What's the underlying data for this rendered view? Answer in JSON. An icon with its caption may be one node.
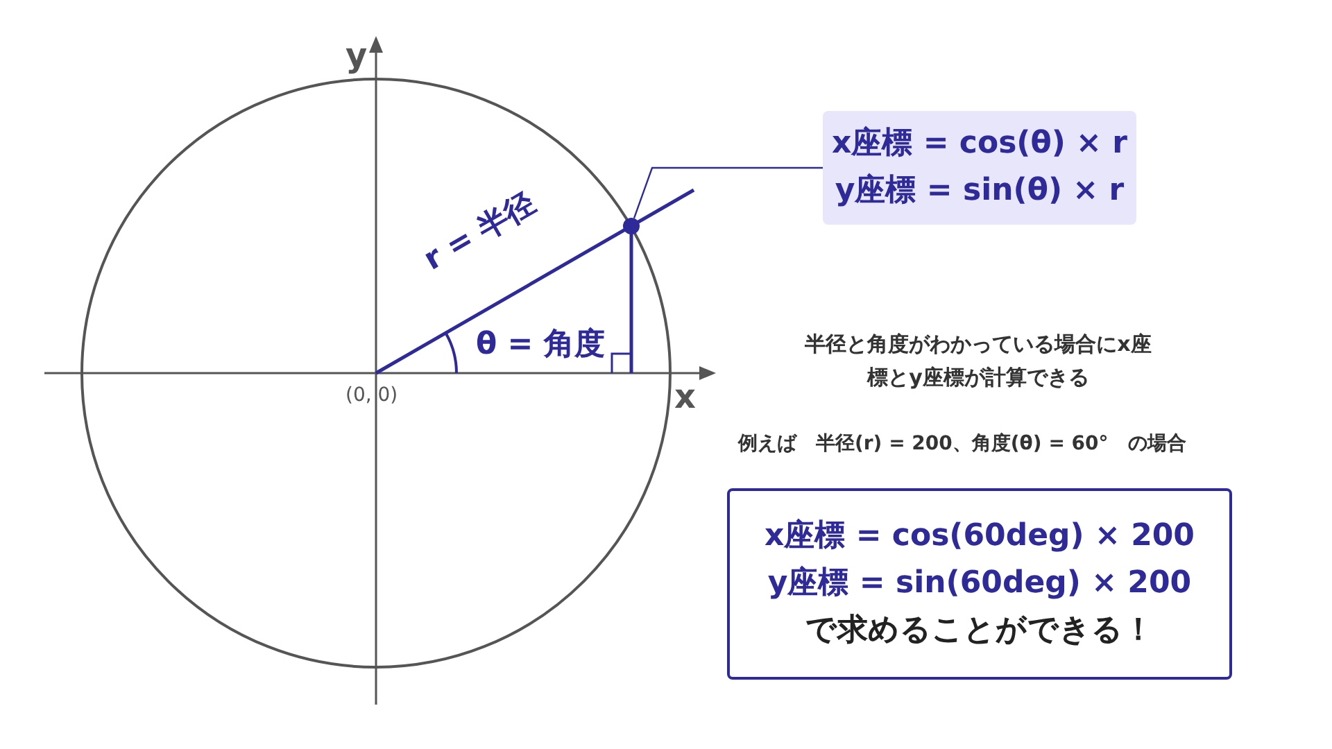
{
  "diagram": {
    "nodes": [
      {
        "text": [
          "x座標 = cos(θ) × r",
          "y座標 = sin(θ) × r"
        ]
      },
      {
        "text": [],
        "shape": "circle"
      },
      {
        "text": [
          "x座標 = cos(60deg) × 200",
          "y座標 = sin(60deg) × 200",
          "で求めることができる！"
        ]
      }
    ],
    "edges": [
      {
        "from": 0,
        "to": 1,
        "arrow": "none"
      }
    ],
    "labels": [
      "y",
      "r = 半径",
      "θ = 角度",
      "x",
      "(0, 0)",
      "半径と角度がわかっている場合にx座標とy座標が計算できる",
      "例えば　半径(r) = 200、角度(θ) = 60°　の場合"
    ]
  }
}
